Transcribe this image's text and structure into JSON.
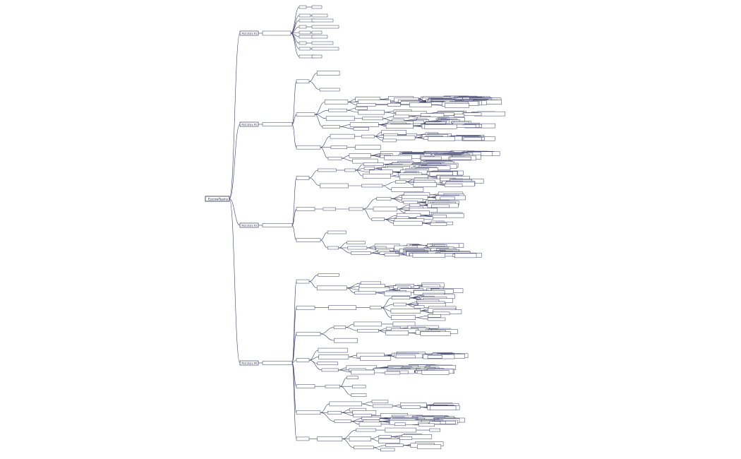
{
  "mindmap": {
    "root": "EscrowTeams",
    "branches": [
      {
        "label": "Post Story #1"
      },
      {
        "label": "Post Story #2"
      },
      {
        "label": "Post Story #3"
      },
      {
        "label": "Post Story #4"
      }
    ]
  },
  "colors": {
    "line": "#3b3f66",
    "node_fill": "#ffffff",
    "text": "#202233",
    "background": "#ffffff"
  }
}
